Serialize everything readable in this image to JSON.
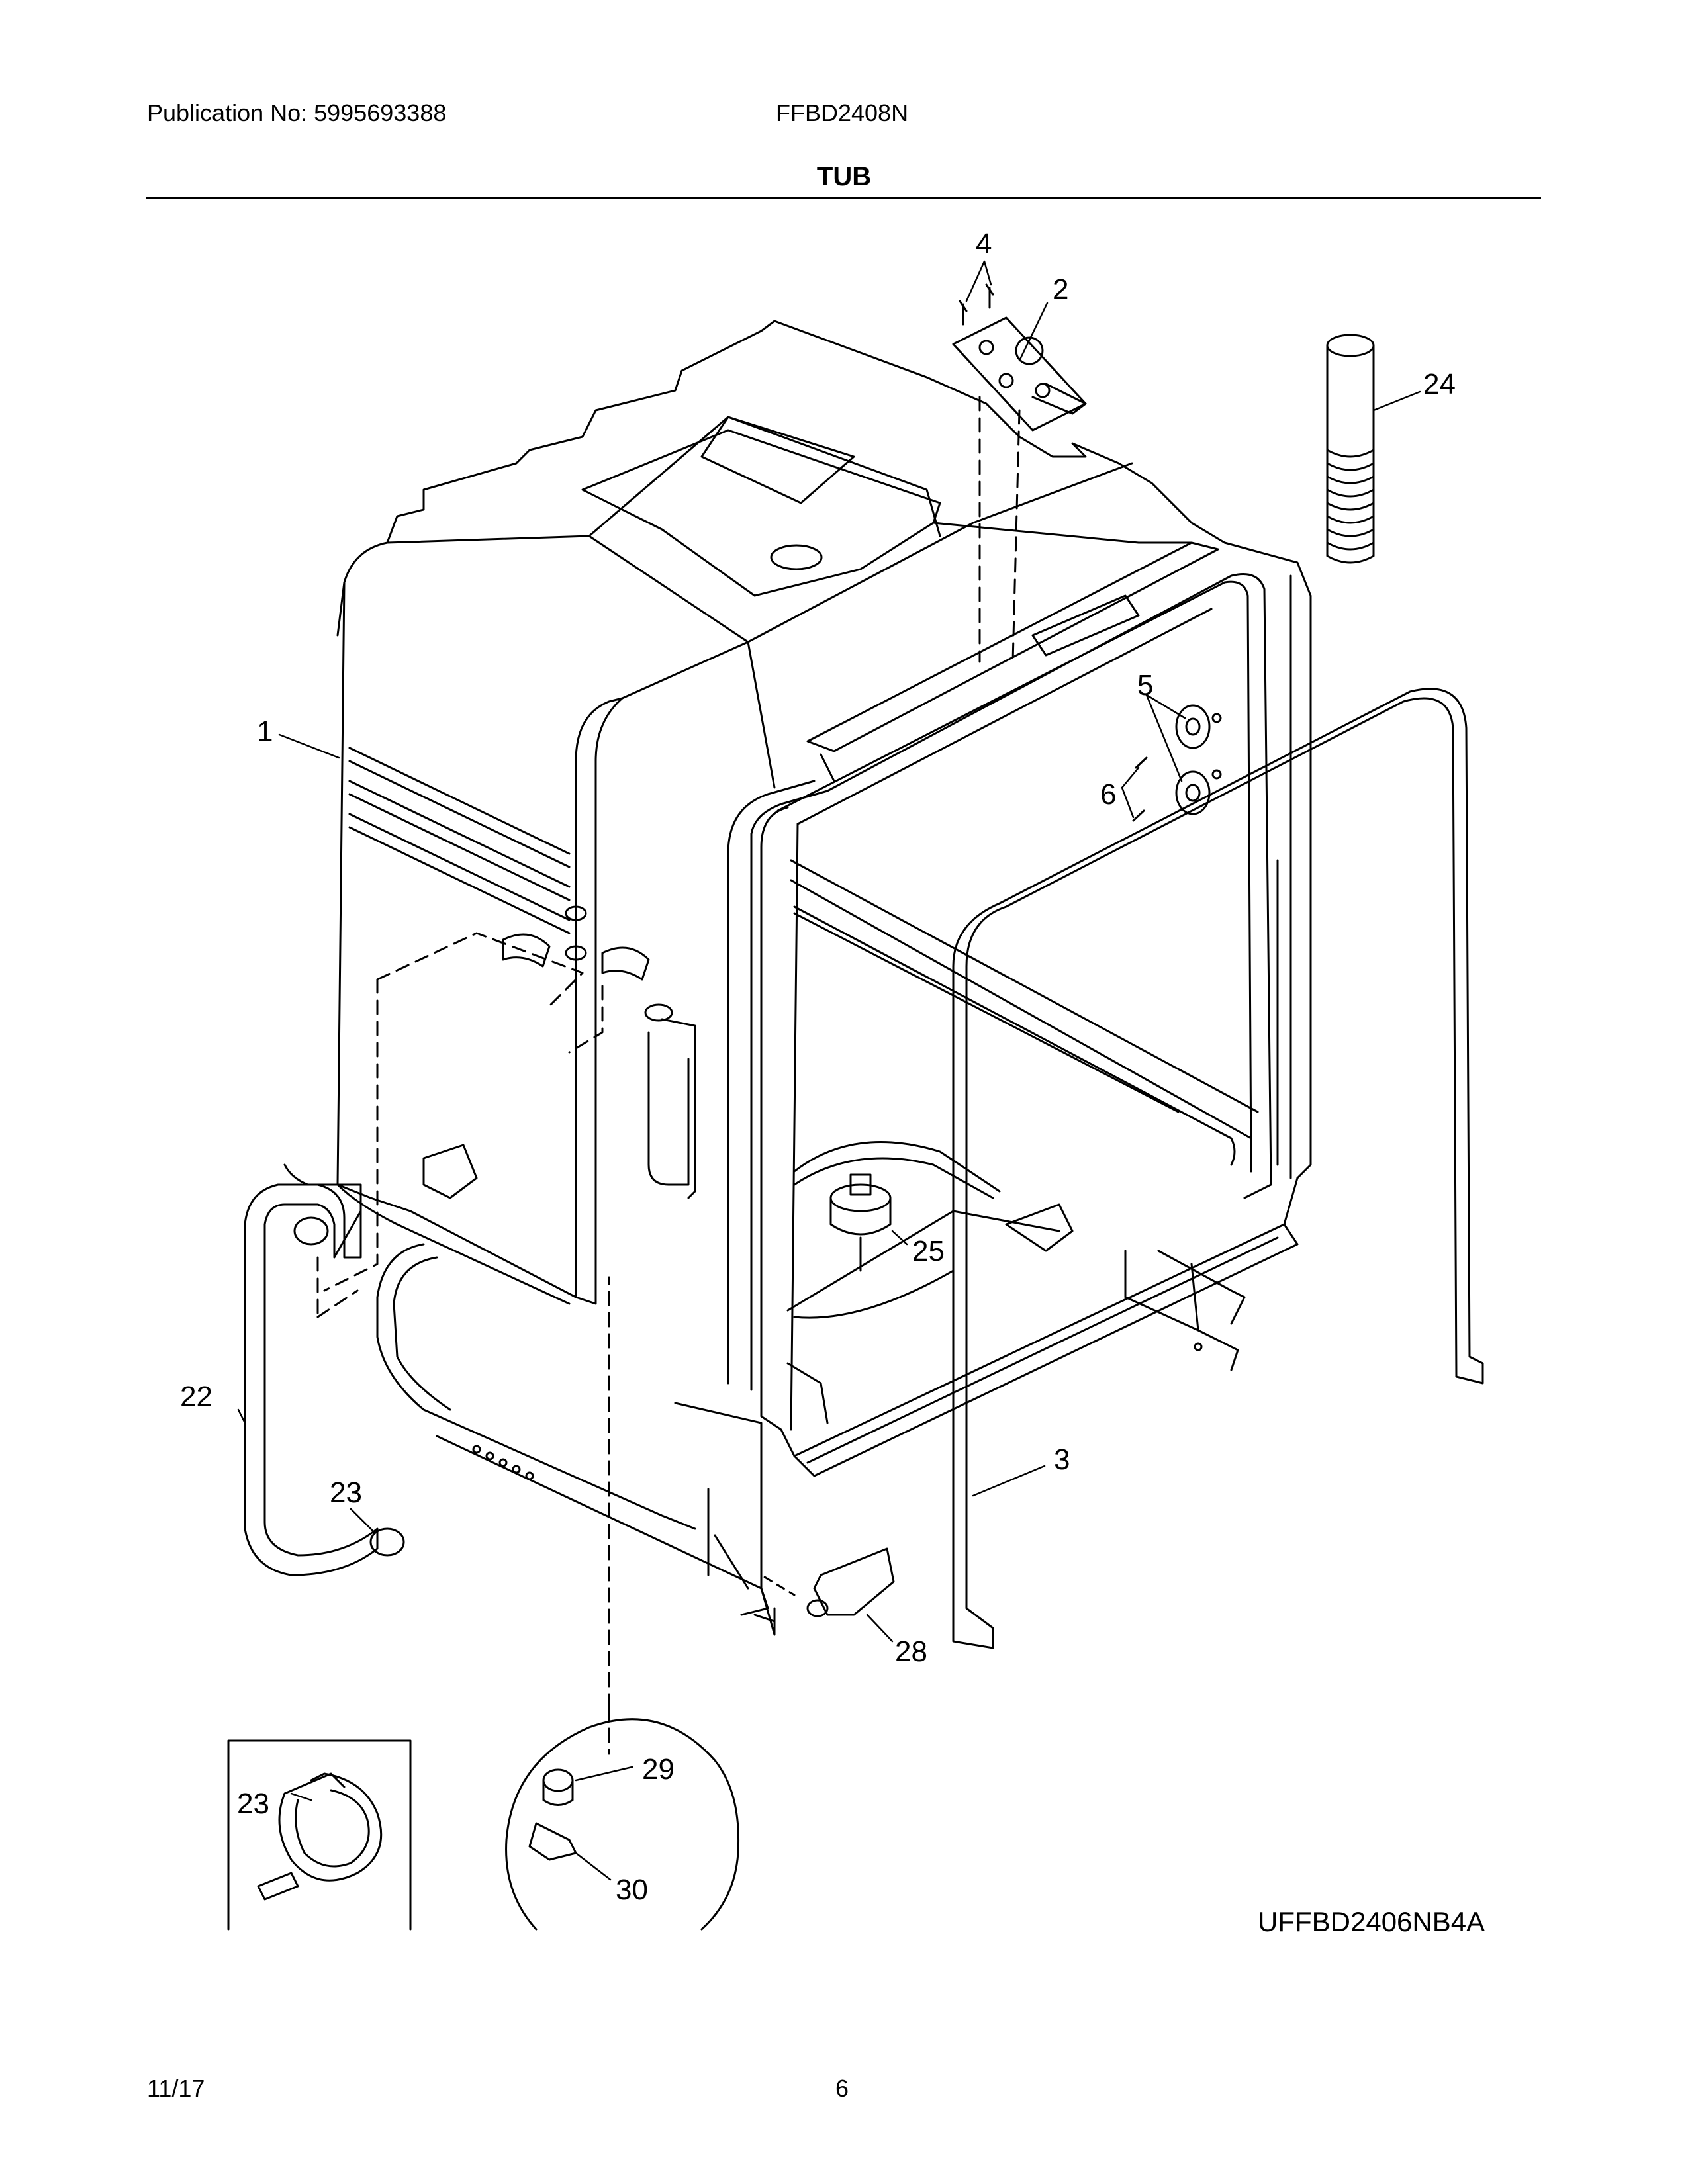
{
  "header": {
    "publication": "Publication No: 5995693388",
    "model": "FFBD2408N",
    "title": "TUB"
  },
  "callouts": [
    {
      "id": "c1",
      "label": "1"
    },
    {
      "id": "c2",
      "label": "2"
    },
    {
      "id": "c3",
      "label": "3"
    },
    {
      "id": "c4",
      "label": "4"
    },
    {
      "id": "c5",
      "label": "5"
    },
    {
      "id": "c6",
      "label": "6"
    },
    {
      "id": "c22",
      "label": "22"
    },
    {
      "id": "c23",
      "label": "23"
    },
    {
      "id": "c23b",
      "label": "23"
    },
    {
      "id": "c24",
      "label": "24"
    },
    {
      "id": "c25",
      "label": "25"
    },
    {
      "id": "c28",
      "label": "28"
    },
    {
      "id": "c29",
      "label": "29"
    },
    {
      "id": "c30",
      "label": "30"
    }
  ],
  "diagram_ref": "UFFBD2406NB4A",
  "footer": {
    "date": "11/17",
    "page": "6"
  }
}
